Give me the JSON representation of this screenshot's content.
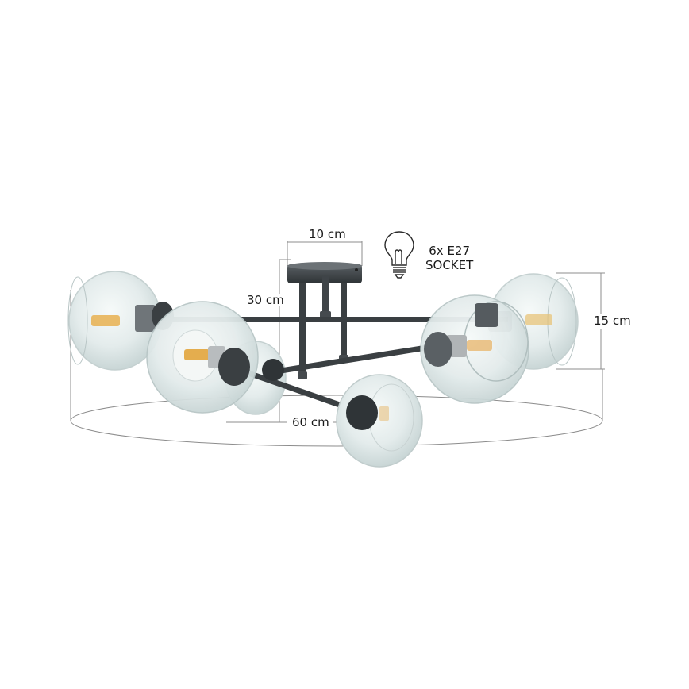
{
  "product": {
    "type": "ceiling lamp",
    "arms": 6,
    "finish_color": "#3a3f42",
    "glass": "clear globe shades"
  },
  "dimensions": {
    "canopy_width": "10 cm",
    "height": "30 cm",
    "shade_height": "15 cm",
    "diameter": "60 cm"
  },
  "socket": {
    "icon": "light-bulb-icon",
    "line1": "6x E27",
    "line2": "SOCKET"
  },
  "colors": {
    "background": "#ffffff",
    "dimension_line": "#8c8c8c",
    "metal": "#3a3f42",
    "glass": "#e6eeee",
    "filament": "#e0a030"
  }
}
